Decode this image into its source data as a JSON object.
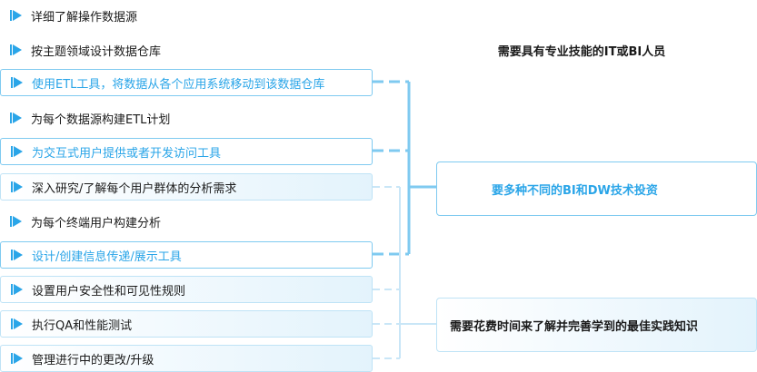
{
  "tasks": [
    {
      "label": "详细了解操作数据源"
    },
    {
      "label": "按主题领域设计数据仓库"
    },
    {
      "label": "使用ETL工具，将数据从各个应用系统移动到该数据仓库"
    },
    {
      "label": "为每个数据源构建ETL计划"
    },
    {
      "label": "为交互式用户提供或者开发访问工具"
    },
    {
      "label": "深入研究/了解每个用户群体的分析需求"
    },
    {
      "label": "为每个终端用户构建分析"
    },
    {
      "label": "设计/创建信息传递/展示工具"
    },
    {
      "label": "设置用户安全性和可见性规则"
    },
    {
      "label": "执行QA和性能测试"
    },
    {
      "label": "管理进行中的更改/升级"
    }
  ],
  "requirements": {
    "skills": "需要具有专业技能的IT或BI人员",
    "investment": "要多种不同的BI和DW技术投资",
    "time": "需要花费时间来了解并完善学到的最佳实践知识"
  },
  "colors": {
    "accent": "#2aa5e8",
    "outline": "#7fcaf0",
    "fill_light": "#e3f3fc",
    "connector_light": "#c9e6f7"
  }
}
